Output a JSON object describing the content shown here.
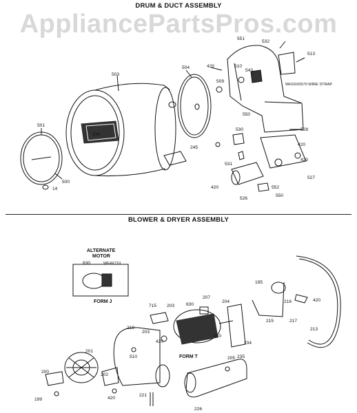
{
  "watermark": "AppliancePartsPros.com",
  "sections": {
    "top_title": "DRUM & DUCT ASSEMBLY",
    "bottom_title": "BLOWER & DRYER ASSEMBLY"
  },
  "callouts_top": {
    "p503": "503",
    "p504": "504",
    "p420a": "420",
    "p551": "551",
    "p532": "532",
    "p513": "513",
    "p510": "510",
    "p543": "543",
    "p509": "509",
    "p534": "534",
    "p501": "501",
    "p500": "500",
    "p14": "14",
    "p245": "245",
    "p550a": "550",
    "p530": "530",
    "p531": "531",
    "p528": "528",
    "p420b": "420",
    "p420c": "420",
    "p527": "527",
    "p420d": "420",
    "p526": "526",
    "p552": "552",
    "p550b": "550",
    "wire_strap": "WH16X0570 WIRE STRAP"
  },
  "callouts_bottom": {
    "alt_motor": "ALTERNATE",
    "alt_motor2": "MOTOR",
    "p630a": "630",
    "we": "WE4X710",
    "form_j": "FORM J",
    "p195": "195",
    "p216": "216",
    "p420e": "420",
    "p217": "217",
    "p215": "215",
    "p213": "213",
    "p715": "715",
    "p203a": "203",
    "p207": "207",
    "p204": "204",
    "p630b": "630",
    "p218": "218",
    "p203b": "203",
    "p420f": "420",
    "p250": "250",
    "p234": "234",
    "p205": "205",
    "p235": "235",
    "form_t": "FORM T",
    "p201": "201",
    "p510": "510",
    "p200": "200",
    "p202": "202",
    "p199": "199",
    "p420g": "420",
    "p221": "221",
    "p226": "226"
  }
}
